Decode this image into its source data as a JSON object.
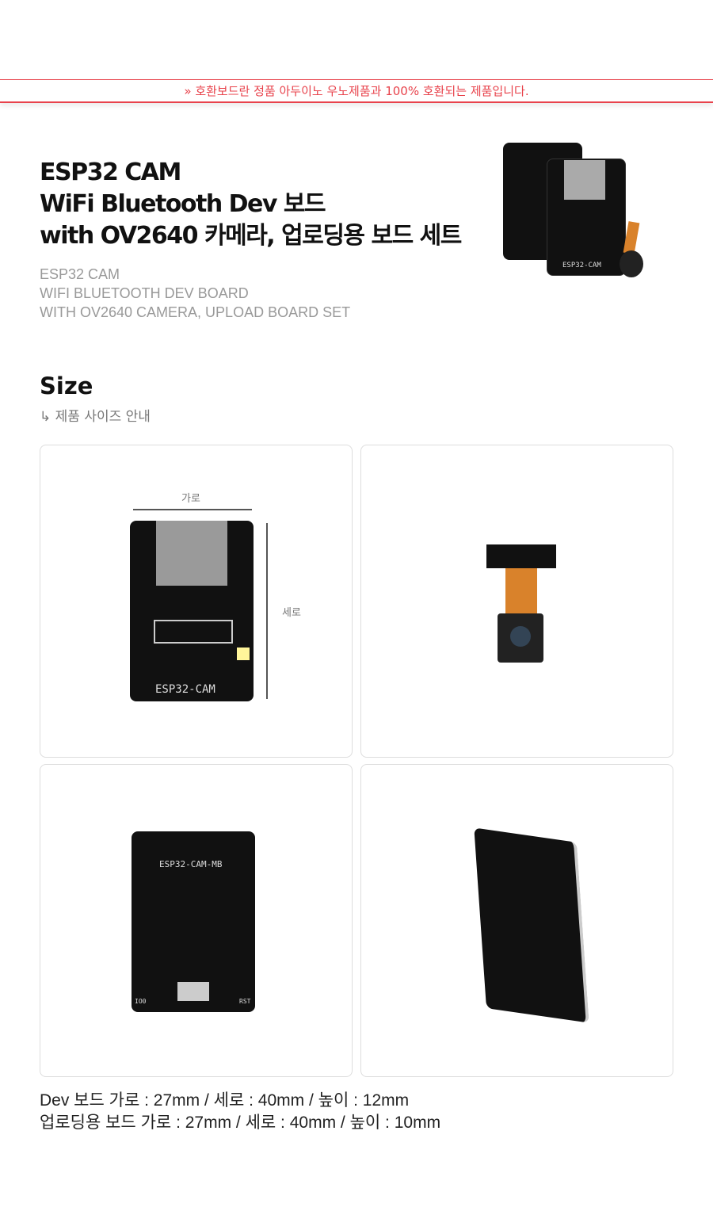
{
  "banner": {
    "text": "» 호환보드란 정품 아두이노 우노제품과 100% 호환되는 제품입니다."
  },
  "product": {
    "title_lines": [
      "ESP32 CAM",
      "WiFi Bluetooth Dev 보드",
      "with OV2640 카메라, 업로딩용 보드 세트"
    ],
    "subtitle_lines": [
      "ESP32 CAM",
      "WIFI BLUETOOTH DEV BOARD",
      "WITH OV2640 CAMERA, UPLOAD BOARD SET"
    ]
  },
  "size": {
    "heading": "Size",
    "subheading": "↳ 제품 사이즈 안내",
    "width_label": "가로",
    "height_label": "세로"
  },
  "boards": {
    "cam": "ESP32-CAM",
    "mb": "ESP32-CAM-MB",
    "io0": "IO0",
    "rst": "RST"
  },
  "specs": [
    "Dev 보드 가로 : 27mm / 세로 : 40mm / 높이 : 12mm",
    "업로딩용 보드 가로 : 27mm / 세로 : 40mm / 높이 : 10mm"
  ]
}
